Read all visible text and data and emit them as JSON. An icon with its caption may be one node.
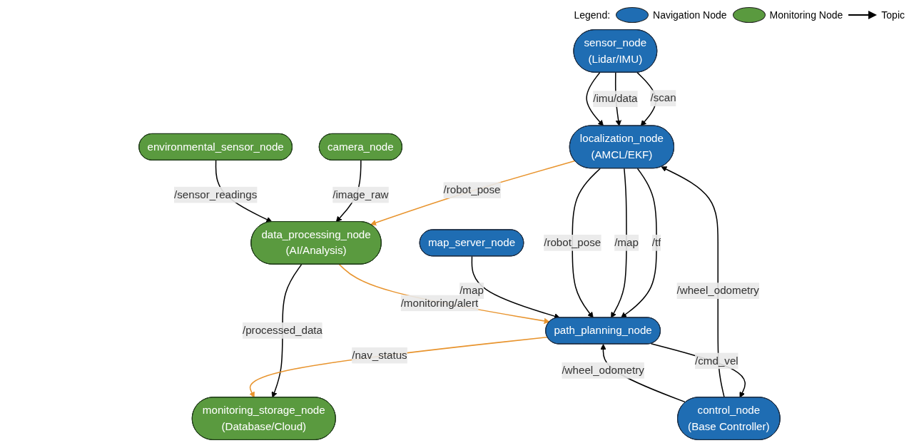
{
  "diagram": {
    "nodes": [
      {
        "text": [
          "sensor_node",
          "(Lidar/IMU)"
        ]
      },
      {
        "text": [
          "localization_node",
          "(AMCL/EKF)"
        ]
      },
      {
        "text": [
          "camera_node"
        ]
      },
      {
        "text": [
          "environmental_sensor_node"
        ]
      },
      {
        "text": [
          "map_server_node"
        ]
      },
      {
        "text": [
          "data_processing_node",
          "(AI/Analysis)"
        ]
      },
      {
        "text": [
          "path_planning_node"
        ]
      },
      {
        "text": [
          "control_node",
          "(Base Controller)"
        ]
      },
      {
        "text": [
          "monitoring_storage_node",
          "(Database/Cloud)"
        ]
      }
    ],
    "edges": [
      {
        "from": 0,
        "to": 1,
        "label": "/scan",
        "arrow": "to"
      },
      {
        "from": 0,
        "to": 1,
        "label": "/imu/data",
        "arrow": "to"
      },
      {
        "from": 0,
        "to": 1,
        "arrow": "to"
      },
      {
        "from": 7,
        "to": 1,
        "label": "/wheel_odometry",
        "arrow": "to"
      },
      {
        "from": 1,
        "to": 5,
        "label": "/robot_pose",
        "arrow": "to",
        "color": "#e8942e"
      },
      {
        "from": 1,
        "to": 6,
        "label": "/tf",
        "arrow": "to"
      },
      {
        "from": 1,
        "to": 6,
        "label": "/map",
        "arrow": "to"
      },
      {
        "from": 1,
        "to": 6,
        "label": "/robot_pose",
        "arrow": "to"
      },
      {
        "from": 2,
        "to": 5,
        "label": "/image_raw",
        "arrow": "to"
      },
      {
        "from": 3,
        "to": 5,
        "label": "/sensor_readings",
        "arrow": "to"
      },
      {
        "from": 4,
        "to": 6,
        "label": "/map",
        "arrow": "to"
      },
      {
        "from": 5,
        "to": 6,
        "label": "/monitoring/alert",
        "arrow": "to",
        "color": "#e8942e"
      },
      {
        "from": 5,
        "to": 8,
        "label": "/processed_data",
        "arrow": "to"
      },
      {
        "from": 6,
        "to": 8,
        "label": "/nav_status",
        "arrow": "to",
        "color": "#e8942e"
      },
      {
        "from": 6,
        "to": 7,
        "label": "/cmd_vel",
        "arrow": "to"
      },
      {
        "from": 7,
        "to": 6,
        "label": "/wheel_odometry",
        "arrow": "to"
      }
    ],
    "labels": [
      "Legend:"
    ],
    "legend": [
      {
        "text": "Navigation Node",
        "color": "#1f6db3"
      },
      {
        "text": "Monitoring Node",
        "color": "#5a9a3f"
      },
      {
        "text": "Topic"
      }
    ]
  }
}
